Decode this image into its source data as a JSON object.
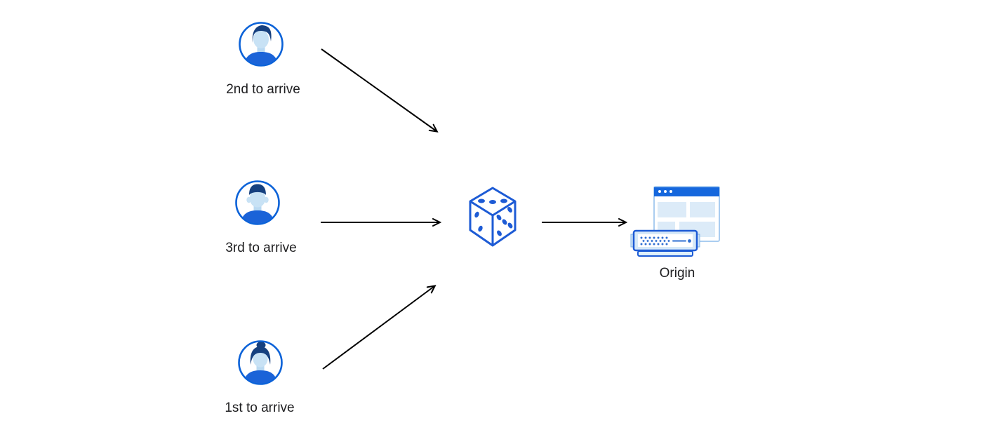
{
  "diagram": {
    "background": "#ffffff",
    "clients": [
      {
        "label": "2nd to arrive",
        "icon": "avatar-man-swoop-icon",
        "position": "top"
      },
      {
        "label": "3rd to arrive",
        "icon": "avatar-man-flat-icon",
        "position": "middle"
      },
      {
        "label": "1st to arrive",
        "icon": "avatar-woman-bun-icon",
        "position": "bottom"
      }
    ],
    "randomizer": {
      "icon": "dice-icon",
      "pips_visible": {
        "top_face": 3,
        "left_face": 2,
        "right_face": 5
      }
    },
    "origin": {
      "label": "Origin",
      "icon": "origin-server-icon"
    },
    "edges": [
      {
        "from": "client-top",
        "to": "dice"
      },
      {
        "from": "client-middle",
        "to": "dice"
      },
      {
        "from": "client-bottom",
        "to": "dice"
      },
      {
        "from": "dice",
        "to": "origin"
      }
    ],
    "colors": {
      "accent_blue": "#1d5bd5",
      "avatar_ring_blue": "#0b62d8",
      "hair_navy": "#16407f",
      "skin_light_blue": "#c8e2f5",
      "shirt_blue": "#1b63d8",
      "browser_bar_blue": "#1567dd",
      "panel_light_blue": "#dcebf8",
      "server_fill_light_blue": "#d6e9f8",
      "arrow_black": "#000000",
      "label_text": "#1e1e20"
    }
  }
}
